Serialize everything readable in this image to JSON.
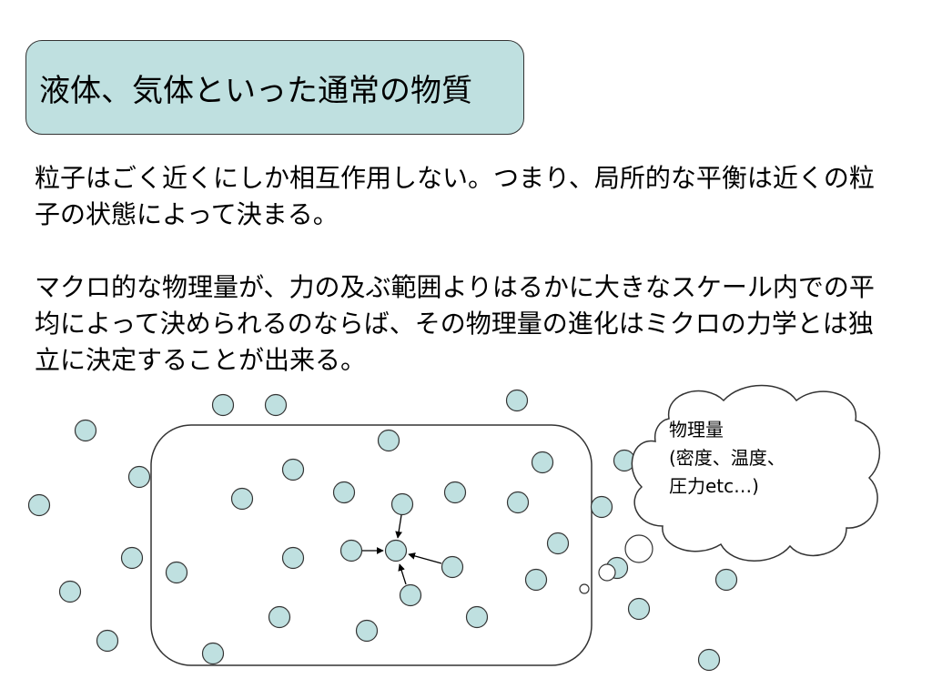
{
  "title": "液体、気体といった通常の物質",
  "paragraphs": [
    "粒子はごく近くにしか相互作用しない。つまり、局所的な平衡は近くの粒子の状態によって決まる。",
    "マクロ的な物理量が、力の及ぶ範囲よりはるかに大きなスケール内での平均によって決められるのならば、その物理量の進化はミクロの力学とは独立に決定することが出来る。"
  ],
  "callout": {
    "line1": "物理量",
    "line2": "(密度、温度、",
    "line3": "圧力etc…)"
  },
  "colors": {
    "title_fill": "#bfe0e0",
    "particle_fill": "#bfe0e0",
    "stroke": "#333333"
  }
}
